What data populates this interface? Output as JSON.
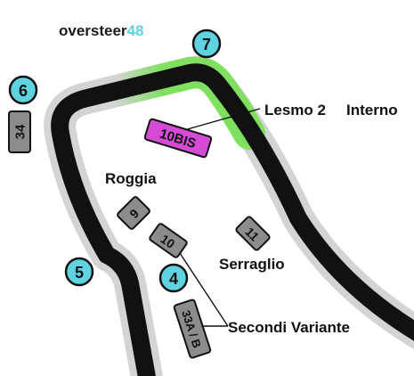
{
  "brand": {
    "name": "oversteer",
    "number": "48",
    "name_color": "#1a1a1a",
    "number_color": "#5fd3e0"
  },
  "colors": {
    "track": "#111111",
    "track_border": "#d4d4d4",
    "highlight": "#7be05a",
    "marker_fill": "#5fd3e0",
    "box_fill": "#8c8c8c",
    "special_box_fill": "#d64bd6"
  },
  "circles": [
    {
      "label": "7"
    },
    {
      "label": "6"
    },
    {
      "label": "5"
    },
    {
      "label": "4"
    }
  ],
  "boxes": [
    {
      "label": "34"
    },
    {
      "label": "10BIS"
    },
    {
      "label": "9"
    },
    {
      "label": "10"
    },
    {
      "label": "11"
    },
    {
      "label": "33A / B"
    }
  ],
  "corner_names": {
    "lesmo2": "Lesmo 2",
    "interno": "Interno",
    "roggia": "Roggia",
    "serraglio": "Serraglio",
    "secondi_variante": "Secondi Variante"
  }
}
